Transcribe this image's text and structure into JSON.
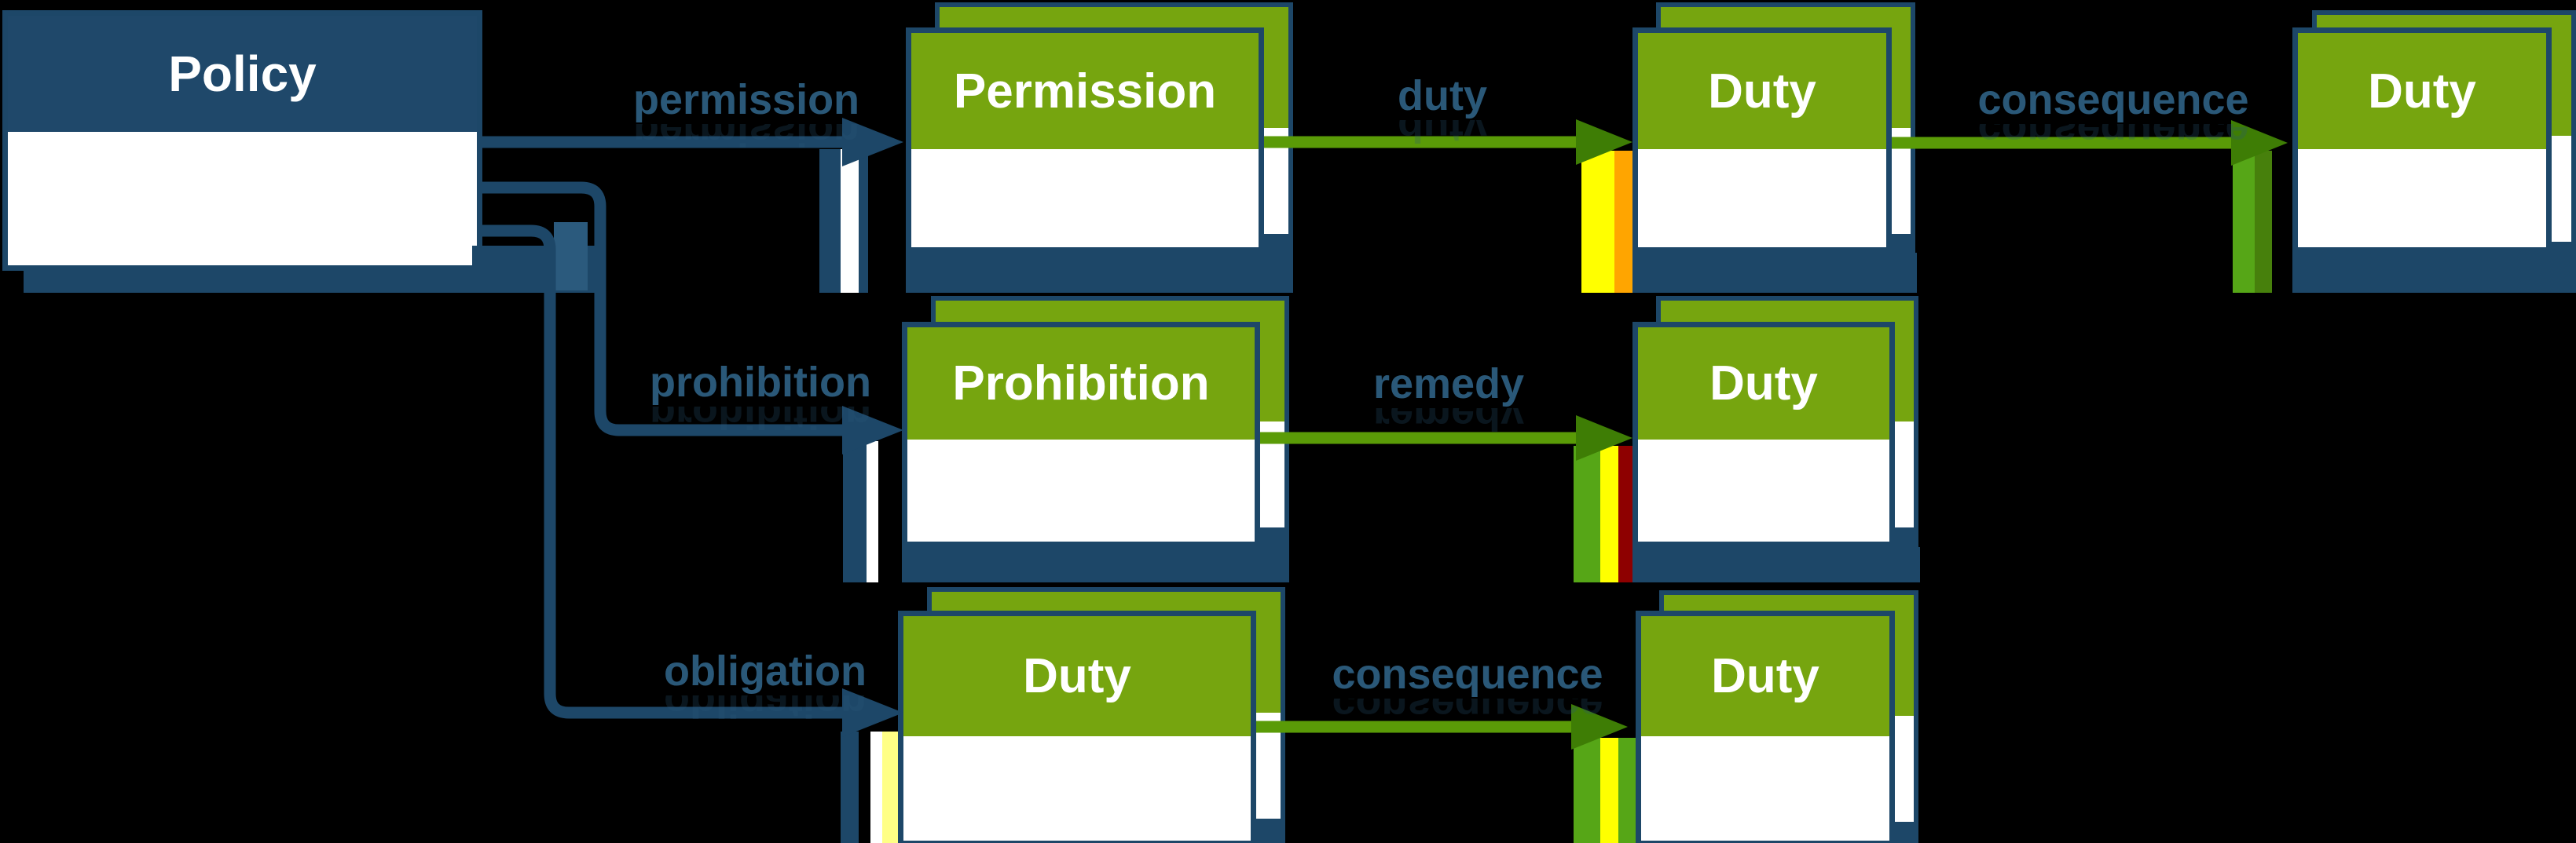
{
  "nodes": {
    "policy": "Policy",
    "permission": "Permission",
    "prohibition": "Prohibition",
    "duty": "Duty"
  },
  "relations": {
    "permission": "permission",
    "prohibition": "prohibition",
    "obligation": "obligation",
    "duty": "duty",
    "remedy": "remedy",
    "consequence": "consequence"
  },
  "theme": {
    "bg": "#000000",
    "navy": "#1d4768",
    "navyHeader": "#1f486a",
    "green": "#76a50f",
    "greenShaft": "#5a9b07",
    "greenHead": "#3e7d05",
    "stripeBrightGreen": "#56a617",
    "stripeDarkGreen": "#47800c",
    "yellow": "#ffff00",
    "paleYellow": "#ffff85",
    "orange": "#ffa500",
    "darkRed": "#8e0000",
    "label": "#2a5878",
    "teal": "#2b5a7d"
  }
}
